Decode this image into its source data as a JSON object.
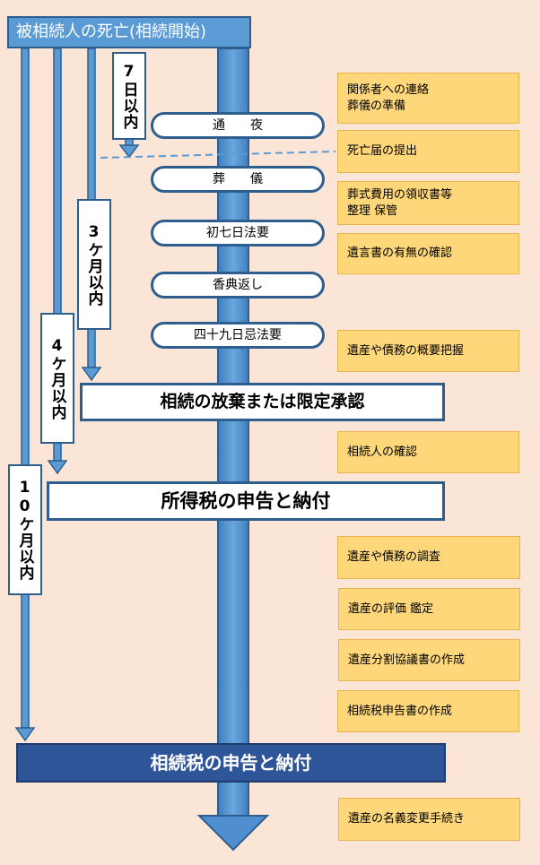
{
  "header": {
    "title": "被相続人の死亡(相続開始)"
  },
  "deadlines": {
    "d7": "7日以内",
    "m3": "3ケ月以内",
    "m4": "4ケ月以内",
    "m10": "10ケ月以内"
  },
  "events": [
    "通　　夜",
    "葬　　儀",
    "初七日法要",
    "香典返し",
    "四十九日忌法要"
  ],
  "tasks": [
    "関係者への連絡\n葬儀の準備",
    "死亡届の提出",
    "葬式費用の領収書等\n整理 保管",
    "遺言書の有無の確認",
    "遺産や債務の概要把握",
    "相続人の確認",
    "遺産や債務の調査",
    "遺産の評価 鑑定",
    "遺産分割協議書の作成",
    "相続税申告書の作成",
    "遺産の名義変更手続き"
  ],
  "milestones": {
    "renunciation": "相続の放棄または限定承認",
    "income_tax": "所得税の申告と納付",
    "inheritance_tax": "相続税の申告と納付"
  },
  "colors": {
    "background": "#fbe5d6",
    "arrow": "#5b9bd5",
    "border": "#2e5e8e",
    "task": "#fdd77a",
    "final": "#2e5597"
  }
}
